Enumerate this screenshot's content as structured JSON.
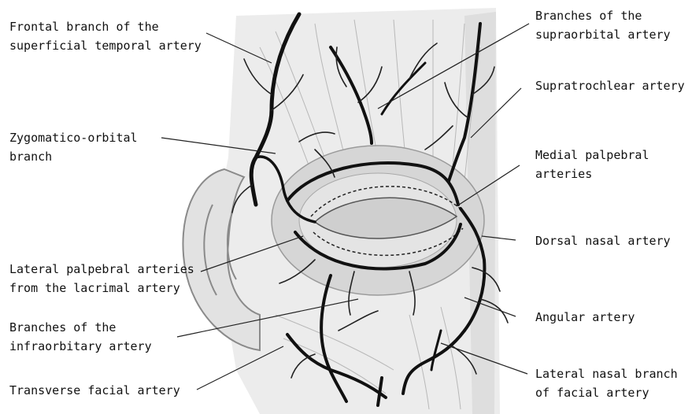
{
  "colors": {
    "artery": "#111111",
    "muscle": "#bdbdbd",
    "skin": "#e6e6e6",
    "background": "#ffffff"
  },
  "labels": {
    "frontal_branch": [
      "Frontal branch of the",
      "superficial temporal artery"
    ],
    "zygomatico_orbital": [
      "Zygomatico-orbital",
      "branch"
    ],
    "lateral_palpebral": [
      "Lateral palpebral arteries",
      "from the lacrimal artery"
    ],
    "infraorbitary": [
      "Branches of the",
      "infraorbitary artery"
    ],
    "transverse_facial": [
      "Transverse facial artery"
    ],
    "supraorbital": [
      "Branches of the",
      "supraorbital artery"
    ],
    "supratrochlear": [
      "Supratrochlear artery"
    ],
    "medial_palpebral": [
      "Medial palpebral",
      "arteries"
    ],
    "dorsal_nasal": [
      "Dorsal nasal artery"
    ],
    "angular": [
      "Angular artery"
    ],
    "lateral_nasal": [
      "Lateral nasal branch",
      "of facial artery"
    ]
  }
}
